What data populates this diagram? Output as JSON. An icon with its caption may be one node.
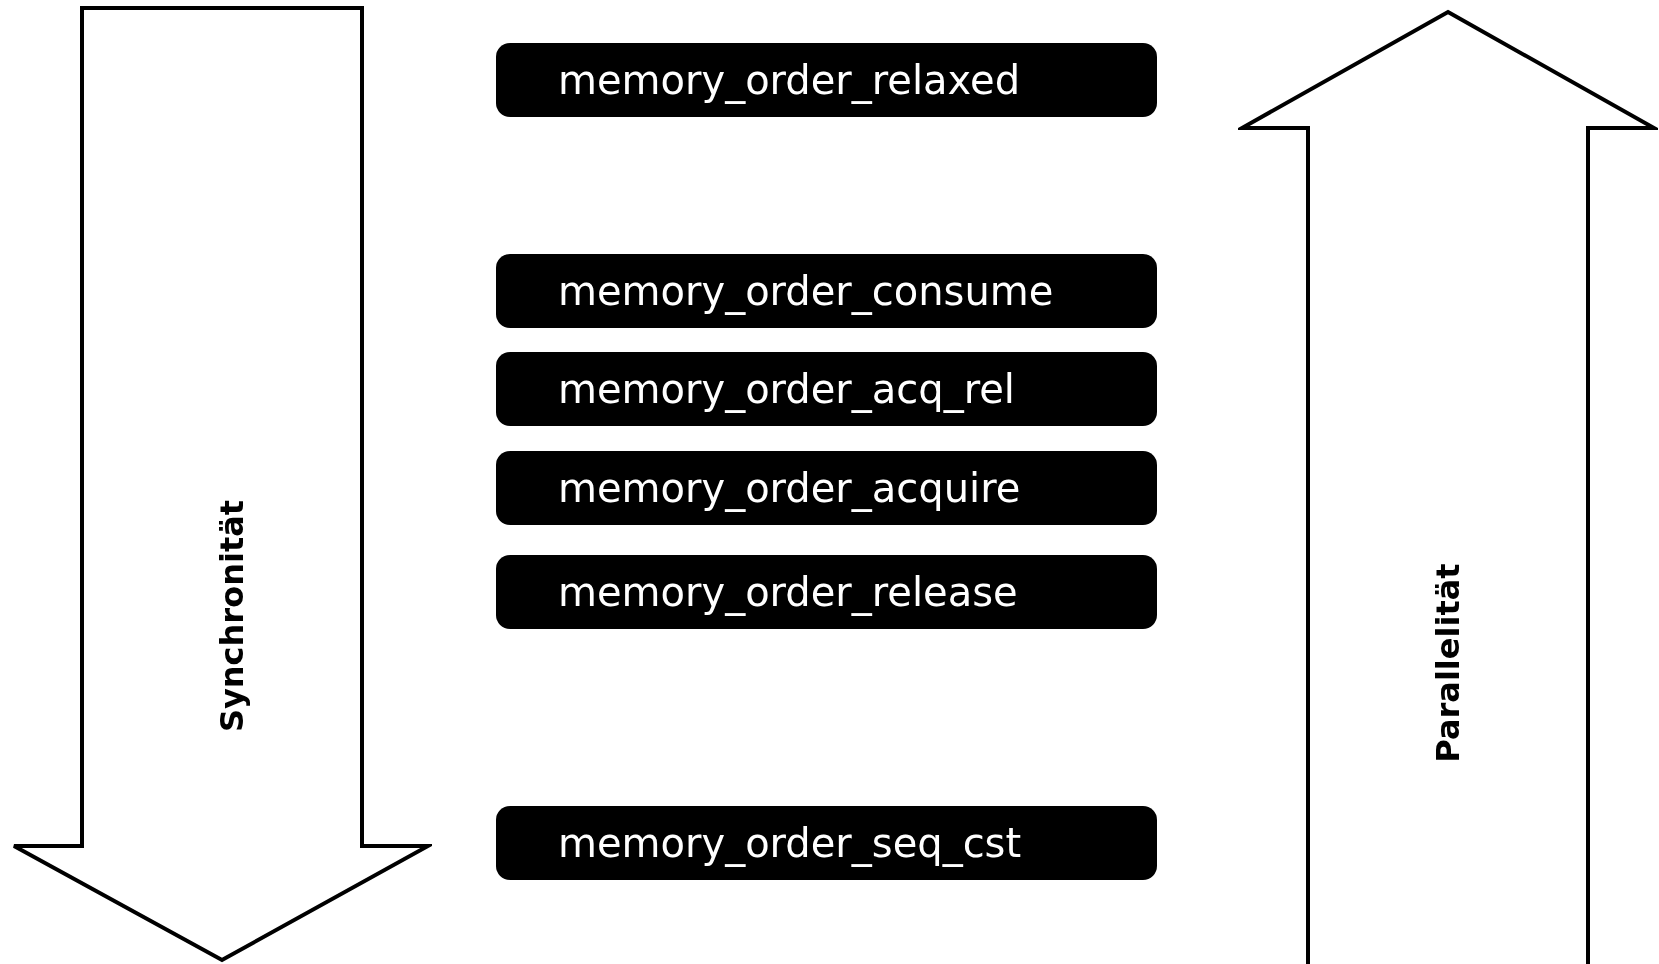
{
  "diagram": {
    "nodes": [
      {
        "text": [
          "Synchronität"
        ]
      },
      {
        "text": [
          "memory_order_relaxed"
        ]
      },
      {
        "text": [
          "memory_order_consume"
        ]
      },
      {
        "text": [
          "memory_order_acq_rel"
        ]
      },
      {
        "text": [
          "memory_order_acquire"
        ]
      },
      {
        "text": [
          "memory_order_release"
        ]
      },
      {
        "text": [
          "memory_order_seq_cst"
        ]
      },
      {
        "text": [
          "Parallelität"
        ]
      }
    ]
  }
}
